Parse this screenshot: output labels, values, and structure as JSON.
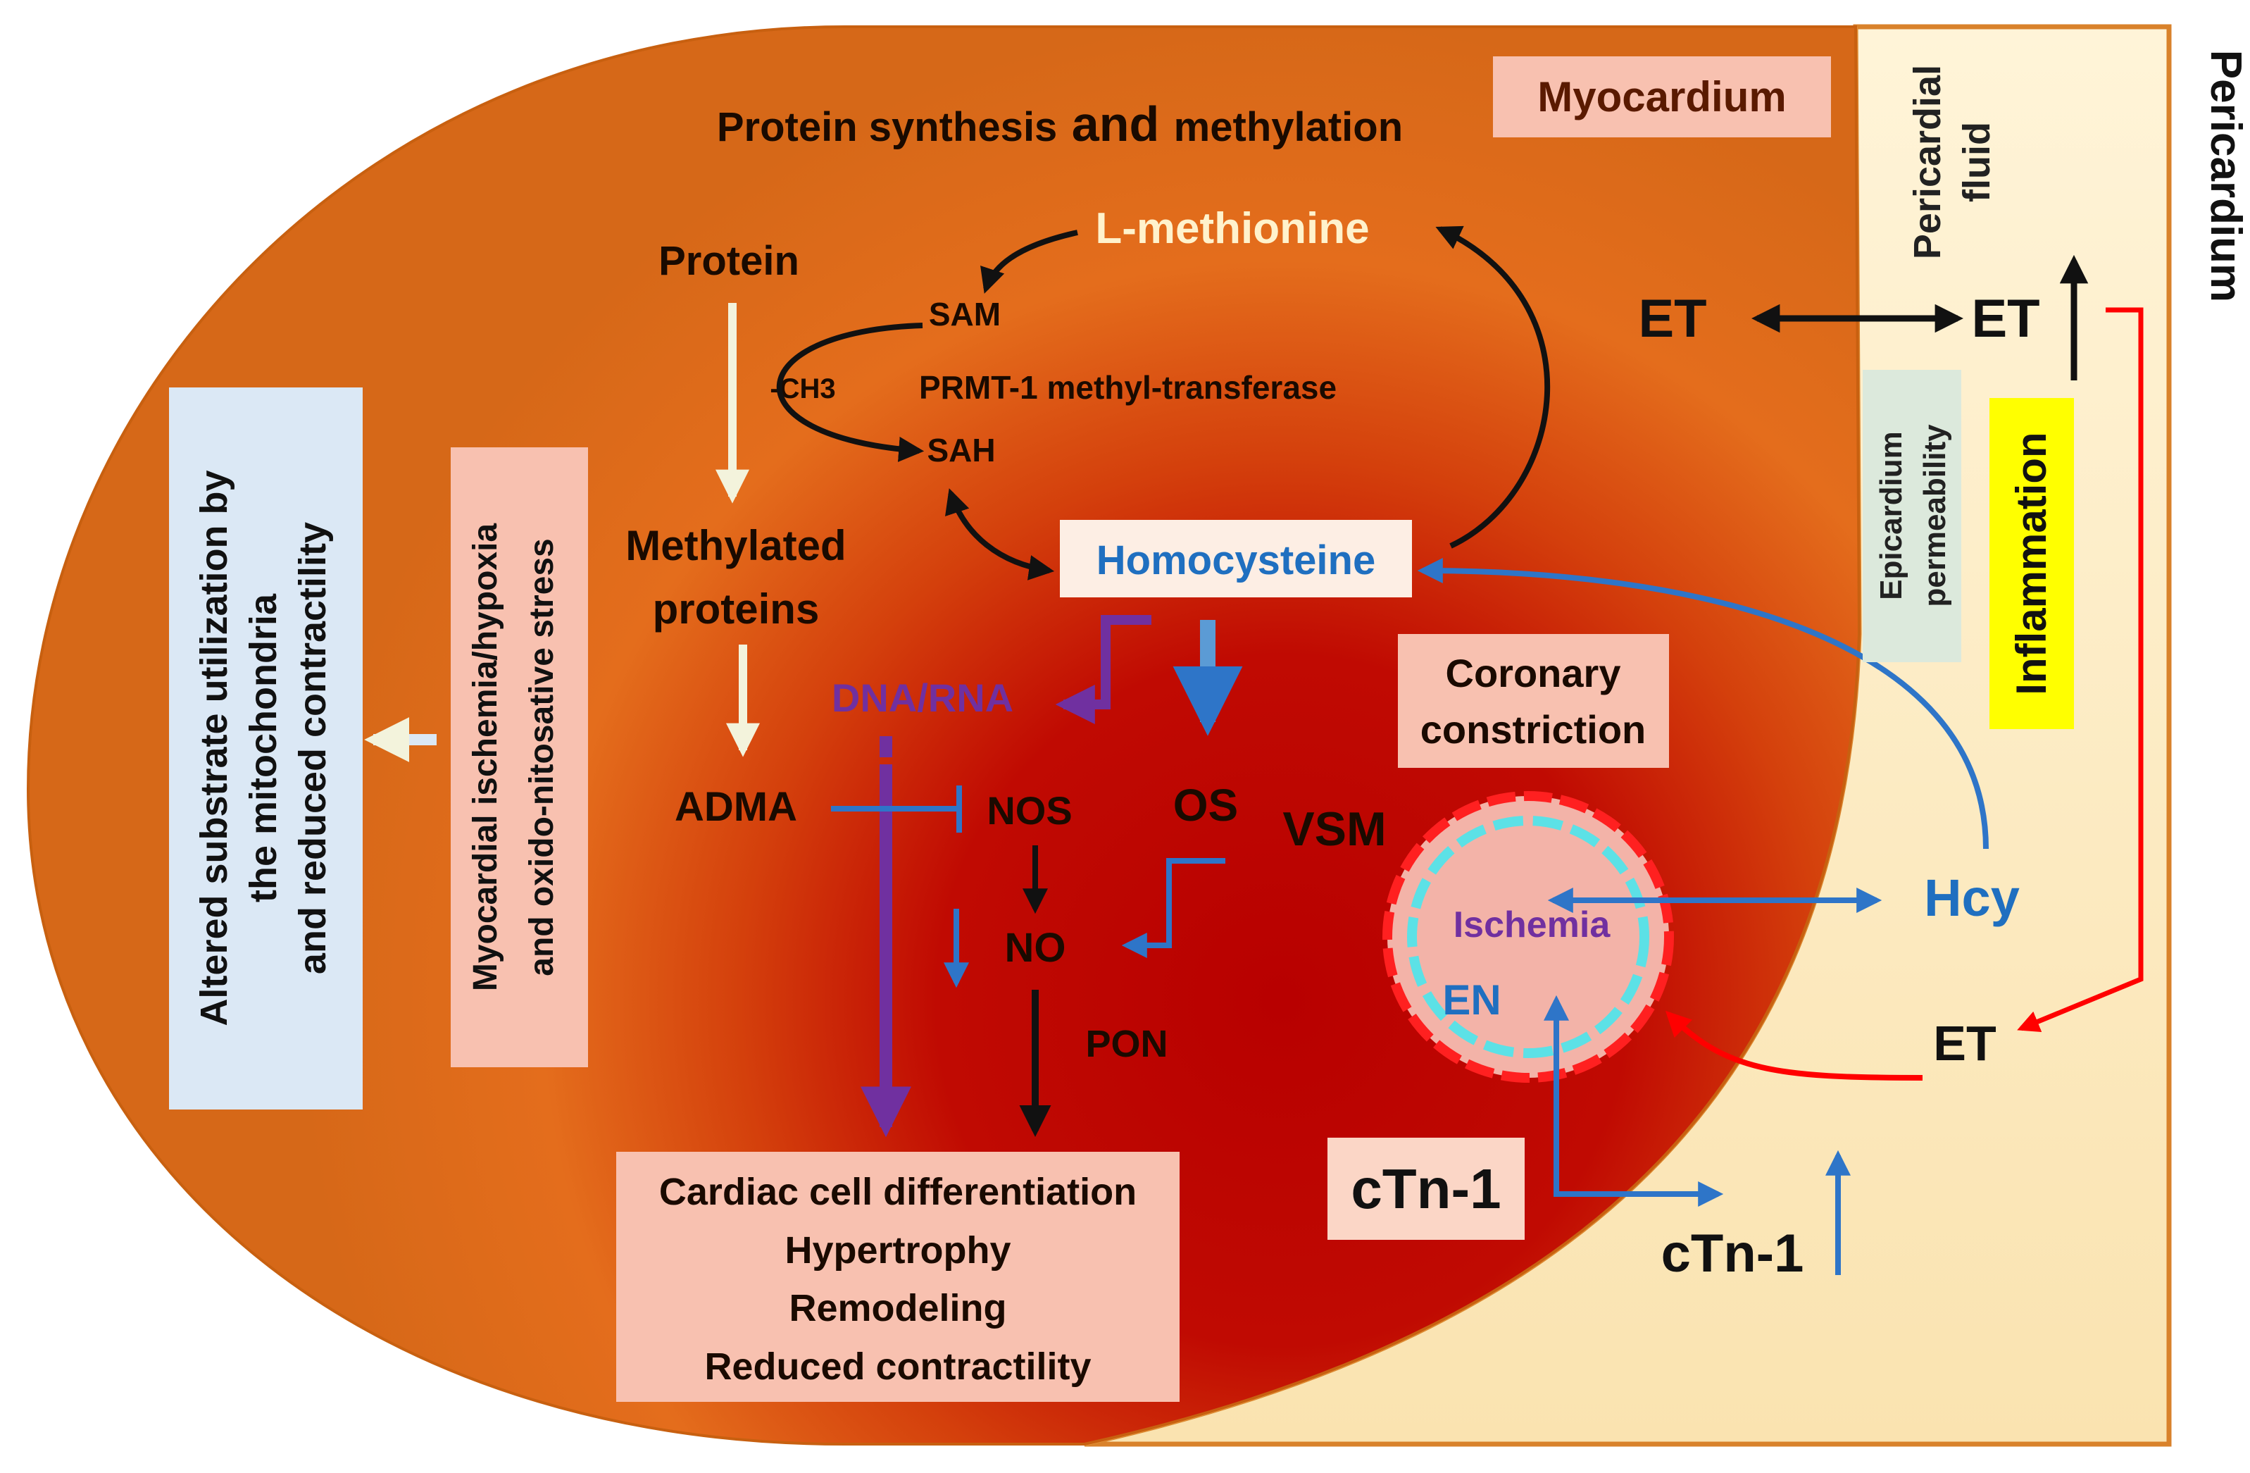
{
  "labels": {
    "myocardium": "Myocardium",
    "pericardium": "Pericardium",
    "pericardial_fluid_1": "Pericardial",
    "pericardial_fluid_2": "fluid",
    "title_pre": "Protein synthesis",
    "title_and": "and",
    "title_post": "methylation",
    "l_methionine": "L-methionine",
    "protein": "Protein",
    "sam": "SAM",
    "ch3": "-CH3",
    "prmt": "PRMT-1 methyl-transferase",
    "sah": "SAH",
    "methylated_1": "Methylated",
    "methylated_2": "proteins",
    "homocysteine": "Homocysteine",
    "dna_rna": "DNA/RNA",
    "adma": "ADMA",
    "nos": "NOS",
    "os": "OS",
    "no": "NO",
    "pon": "PON",
    "vsm": "VSM",
    "coronary_1": "Coronary",
    "coronary_2": "constriction",
    "ischemia": "Ischemia",
    "en": "EN",
    "hcy": "Hcy",
    "et_myo": "ET",
    "et_fluid": "ET",
    "et_lower": "ET",
    "ctn_box": "cTn-1",
    "ctn_lower": "cTn-1",
    "epicardium_1": "Epicardium",
    "epicardium_2": "permeability",
    "inflammation": "Inflammation",
    "altered_1": "Altered substrate utilization by",
    "altered_2": "the mitochondria",
    "altered_3": "and reduced  contractility",
    "ischemia_box_1": "Myocardial ischemia/hypoxia",
    "ischemia_box_2": "and oxido-nitosative stress",
    "outcome_1": "Cardiac cell differentiation",
    "outcome_2": "Hypertrophy",
    "outcome_3": "Remodeling",
    "outcome_4": "Reduced contractility"
  },
  "colors": {
    "myocardium_orange": "#e06a1a",
    "myocardium_red": "#c00000",
    "pericardium_fill": "#fbe2b0",
    "pericardium_stroke": "#d9822b",
    "label_box": "#f8c1b0",
    "blue_box": "#dbe8f5",
    "green_box": "#dce9dc",
    "yellow_box": "#ffff00",
    "arrow_blue": "#2e75c8",
    "arrow_purple": "#7030a0",
    "arrow_red": "#ff0000",
    "arrow_pale": "#f3f3dc",
    "text_cream": "#fff2cc",
    "text_blue": "#1f6fc0",
    "ring_cyan": "#5ce1e6"
  }
}
